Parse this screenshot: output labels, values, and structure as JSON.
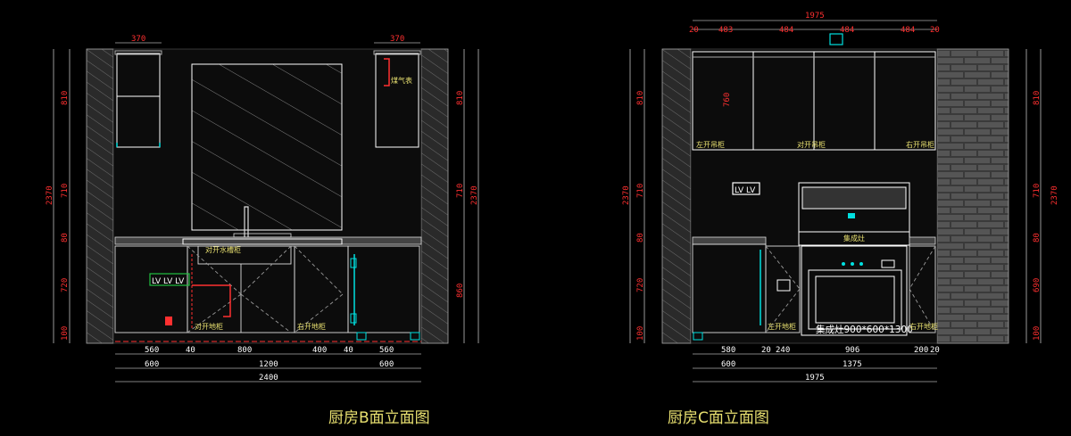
{
  "titles": {
    "elevation_b": "厨房B面立面图",
    "elevation_c": "厨房C面立面图"
  },
  "elevation_b": {
    "dims_top": [
      "370",
      "370"
    ],
    "dims_bottom_row1": [
      "560",
      "40",
      "800",
      "400",
      "40",
      "560"
    ],
    "dims_bottom_row2": [
      "600",
      "1200",
      "600"
    ],
    "dims_bottom_row3": "2400",
    "dims_left": [
      "810",
      "710",
      "80",
      "720",
      "100"
    ],
    "dims_left_total": "2370",
    "dims_right": [
      "810",
      "710",
      "860"
    ],
    "dims_right_total": "2370",
    "labels": {
      "gas_meter": "煤气表",
      "sink_cabinet": "对开水槽柜",
      "double_door_base": "对开地柜",
      "right_door_base": "右开地柜"
    },
    "socket_text": "LV LV LV"
  },
  "elevation_c": {
    "dims_top_total": "1975",
    "dims_top_row": [
      "20",
      "483",
      "484",
      "484",
      "484",
      "20"
    ],
    "dims_bottom_row1": [
      "580",
      "20",
      "240",
      "906",
      "200",
      "20"
    ],
    "dims_bottom_row2": [
      "600",
      "1375"
    ],
    "dims_bottom_row3": "1975",
    "dims_left": [
      "810",
      "710",
      "80",
      "720",
      "100"
    ],
    "dims_left_total": "2370",
    "dims_right": [
      "810",
      "710",
      "80",
      "690",
      "100"
    ],
    "dims_right_total": "2370",
    "labels": {
      "left_wall_cab": "左开吊柜",
      "double_wall_cab": "对开吊柜",
      "right_wall_cab": "右开吊柜",
      "integrated_stove": "集成灶",
      "left_base": "左开地柜",
      "right_base": "右开地柜",
      "stove_spec": "集成灶900*600*1300",
      "inner_dim": "760"
    },
    "socket_text": "LV LV"
  },
  "colors": {
    "background": "#000000",
    "dim_red": "#ff3030",
    "dim_white": "#ffffff",
    "cabinet_white": "#ffffff",
    "cyan": "#00e0e0",
    "hatch_gray": "#8a8a8a",
    "wall_fill": "#2a2a2a",
    "label_yellow": "#e8e070",
    "green": "#20c040",
    "orange": "#e08020"
  }
}
